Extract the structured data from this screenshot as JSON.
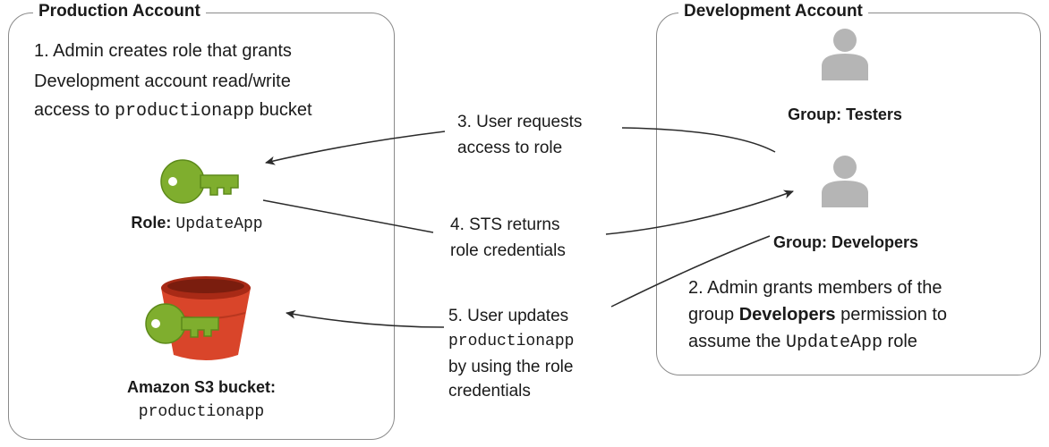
{
  "production": {
    "title": "Production Account",
    "step1": {
      "line1": "1. Admin creates role that grants",
      "line2": "Development account read/write",
      "line3_prefix": "access to ",
      "line3_code": "productionapp",
      "line3_suffix": " bucket"
    },
    "role": {
      "icon": "key-icon",
      "label_prefix": "Role: ",
      "label_code": "UpdateApp"
    },
    "bucket": {
      "icon": "s3-bucket-icon",
      "label_line1": "Amazon S3 bucket:",
      "label_line2": "productionapp"
    }
  },
  "development": {
    "title": "Development Account",
    "testers": {
      "icon": "user-icon",
      "label": "Group: Testers"
    },
    "developers": {
      "icon": "user-icon",
      "label": "Group: Developers"
    },
    "step2": {
      "line1": "2. Admin grants members of the",
      "line2_prefix": "group ",
      "line2_bold": "Developers",
      "line2_suffix": " permission to",
      "line3_prefix": "assume the ",
      "line3_code": "UpdateApp",
      "line3_suffix": " role"
    }
  },
  "flows": {
    "step3": {
      "line1": "3. User requests",
      "line2": "access to role"
    },
    "step4": {
      "line1": "4. STS returns",
      "line2": "role credentials"
    },
    "step5": {
      "line1": "5. User updates",
      "line2": "productionapp",
      "line3": "by using the role",
      "line4": "credentials"
    }
  },
  "colors": {
    "border": "#8a8a8a",
    "key_green": "#7fae2e",
    "bucket_red": "#d9452a",
    "user_gray": "#b5b5b5",
    "arrow": "#2b2b2b"
  }
}
